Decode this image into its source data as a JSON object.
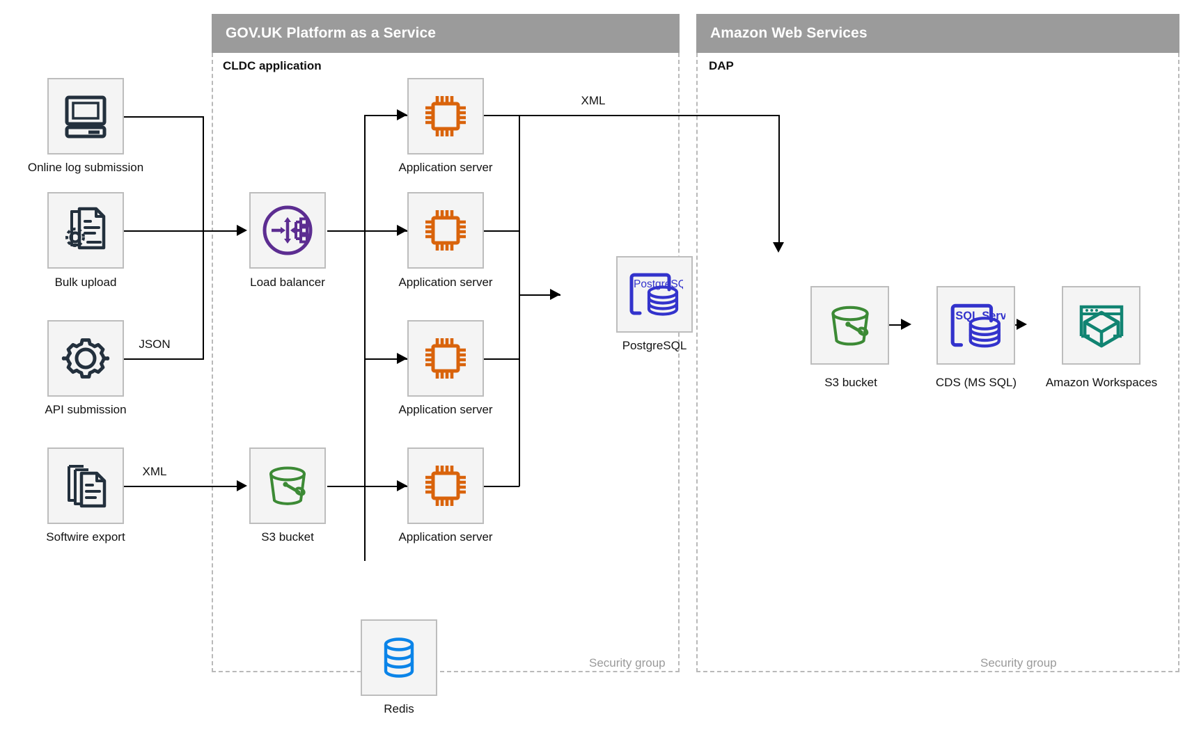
{
  "clouds": [
    {
      "id": "paas",
      "title": "GOV.UK Platform as a Service",
      "group_title": "CLDC application",
      "security_label": "Security group"
    },
    {
      "id": "aws",
      "title": "Amazon Web Services",
      "group_title": "DAP",
      "security_label": "Security group"
    }
  ],
  "nodes": [
    {
      "id": "online-log-submission",
      "label": "Online log submission",
      "icon": "desktop-computer-icon"
    },
    {
      "id": "bulk-upload",
      "label": "Bulk upload",
      "icon": "document-gear-icon"
    },
    {
      "id": "api-submission",
      "label": "API submission",
      "icon": "gear-icon"
    },
    {
      "id": "softwire-export",
      "label": "Softwire export",
      "icon": "documents-stack-icon"
    },
    {
      "id": "load-balancer",
      "label": "Load balancer",
      "icon": "load-balancer-icon"
    },
    {
      "id": "paas-s3-bucket",
      "label": "S3 bucket",
      "icon": "s3-bucket-icon"
    },
    {
      "id": "app-server-1",
      "label": "Application server",
      "icon": "cpu-chip-icon"
    },
    {
      "id": "app-server-2",
      "label": "Application server",
      "icon": "cpu-chip-icon"
    },
    {
      "id": "app-server-3",
      "label": "Application server",
      "icon": "cpu-chip-icon"
    },
    {
      "id": "app-server-4",
      "label": "Application server",
      "icon": "cpu-chip-icon"
    },
    {
      "id": "postgresql",
      "label": "PostgreSQL",
      "icon": "postgresql-icon",
      "icon_text": "PostgreSQL"
    },
    {
      "id": "redis",
      "label": "Redis",
      "icon": "redis-database-icon"
    },
    {
      "id": "aws-s3-bucket",
      "label": "S3 bucket",
      "icon": "s3-bucket-icon"
    },
    {
      "id": "cds-ms-sql",
      "label": "CDS (MS SQL)",
      "icon": "sql-server-icon",
      "icon_text": "SQL Server"
    },
    {
      "id": "amazon-workspaces",
      "label": "Amazon Workspaces",
      "icon": "amazon-workspaces-icon"
    }
  ],
  "edge_labels": {
    "api_to_lb": "JSON",
    "softwire_to_s3": "XML",
    "appserver_to_aws_s3": "XML"
  },
  "colors": {
    "header_bg": "#9b9b9b",
    "node_bg": "#f4f4f4",
    "node_border": "#bdbdbd",
    "dark_navy": "#23303d",
    "cpu_orange": "#d9630b",
    "purple": "#5c2d91",
    "postgres_blue": "#3333cc",
    "s3_green": "#3c8a35",
    "redis_blue": "#0b84e8",
    "workspaces_teal": "#118472",
    "line": "#000000",
    "dashed": "#b9b9b9"
  }
}
